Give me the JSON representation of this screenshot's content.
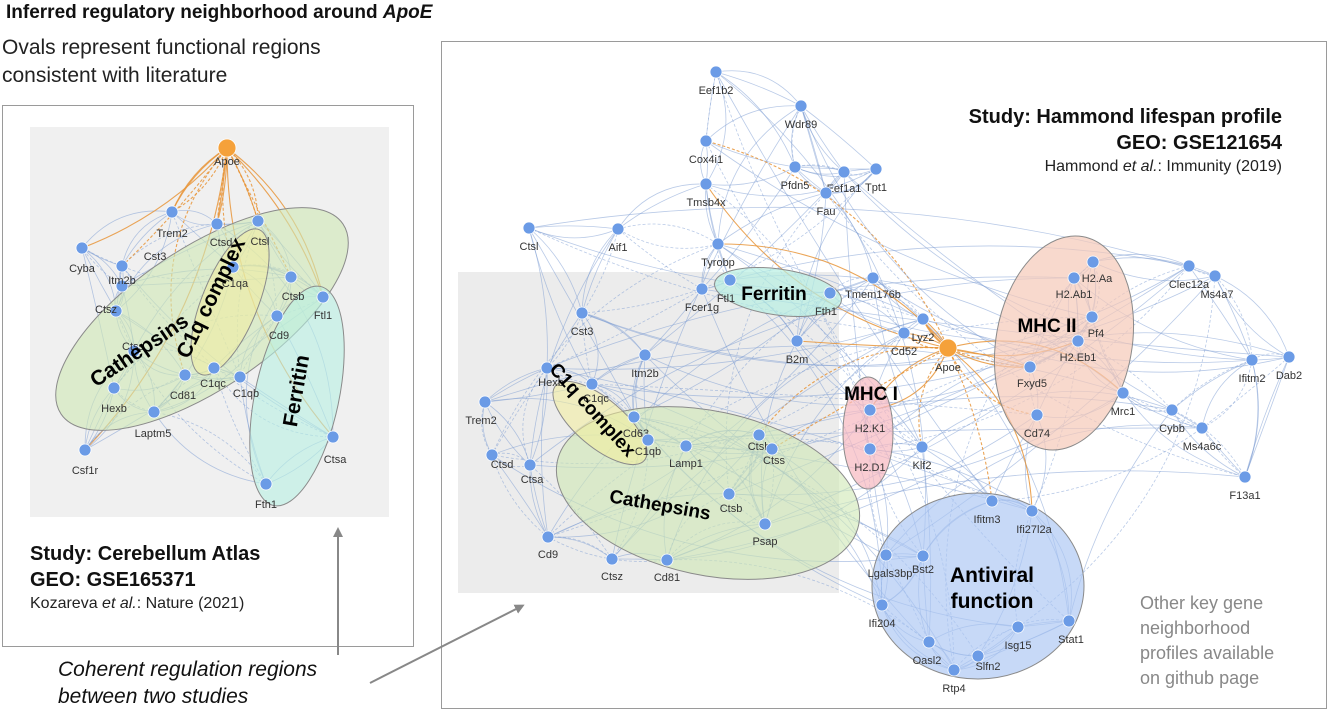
{
  "header": {
    "title_prefix": "Inferred regulatory neighborhood around ",
    "title_gene": "ApoE",
    "subtitle_line1": "Ovals represent functional regions",
    "subtitle_line2": "consistent with literature"
  },
  "left_study": {
    "title": "Study: Cerebellum Atlas",
    "geo": "GEO: GSE165371",
    "citation_author": "Kozareva",
    "citation_etal": " et al.",
    "citation_rest": ": Nature (2021)"
  },
  "right_study": {
    "title": "Study: Hammond lifespan profile",
    "geo": "GEO: GSE121654",
    "citation_author": "Hammond",
    "citation_etal": " et al.",
    "citation_rest": ":  Immunity (2019)"
  },
  "annotations": {
    "coherent_line1": "Coherent regulation regions",
    "coherent_line2": "between two studies",
    "other_line1": "Other key gene",
    "other_line2": "neighborhood",
    "other_line3": "profiles available",
    "other_line4": "on github page"
  },
  "colors": {
    "edge": "#7f9fd4",
    "edge_orange": "#e8953a",
    "node": "#6b9be6",
    "apoe": "#f5a13a",
    "cathepsins": "#cfe8b4",
    "c1q": "#f4ee9a",
    "ferritin": "#b8f0e3",
    "mhc_ii": "#f5c9b8",
    "mhc_i": "#f7b8bf",
    "antiviral": "#a9c5f2",
    "highlight": "#ececec"
  },
  "left_network": {
    "regions": [
      {
        "name": "Cathepsins",
        "color": "cathepsins"
      },
      {
        "name": "C1q complex",
        "color": "c1q"
      },
      {
        "name": "Ferritin",
        "color": "ferritin"
      }
    ],
    "nodes": [
      "Apoe",
      "Trem2",
      "Ctsd",
      "Ctsl",
      "Cyba",
      "Cst3",
      "Itm2b",
      "C1qa",
      "Ctsz",
      "Ctsb",
      "Ftl1",
      "Cd9",
      "Ctss",
      "Hexb",
      "C1qc",
      "C1qb",
      "Cd81",
      "Laptm5",
      "Csf1r",
      "Ctsa",
      "Fth1"
    ]
  },
  "right_network": {
    "regions": [
      {
        "name": "Ferritin",
        "color": "ferritin"
      },
      {
        "name": "C1q complex",
        "color": "c1q"
      },
      {
        "name": "Cathepsins",
        "color": "cathepsins"
      },
      {
        "name": "MHC I",
        "color": "mhc_i"
      },
      {
        "name": "MHC II",
        "color": "mhc_ii"
      },
      {
        "name": "Antiviral function",
        "color": "antiviral"
      }
    ],
    "nodes": [
      "Eef1b2",
      "Wdr89",
      "Cox4i1",
      "Pfdn5",
      "Eef1a1",
      "Tpt1",
      "Fau",
      "Tmsb4x",
      "Ctsl",
      "Aif1",
      "Tyrobp",
      "Ftl1",
      "Fcer1g",
      "Fth1",
      "Tmem176b",
      "Cst3",
      "Lyz2",
      "Cd52",
      "Apoe",
      "B2m",
      "Itm2b",
      "Hexb",
      "Trem2",
      "C1qc",
      "Cd63",
      "C1qb",
      "Lamp1",
      "Ctsh",
      "Ctss",
      "Ctsd",
      "Ctsa",
      "Ctsb",
      "Psap",
      "Cd9",
      "Ctsz",
      "Cd81",
      "H2.K1",
      "H2.D1",
      "Klf2",
      "H2.Aa",
      "H2.Ab1",
      "Pf4",
      "H2.Eb1",
      "Fxyd5",
      "Cd74",
      "Clec12a",
      "Ms4a7",
      "Ifitm2",
      "Dab2",
      "Mrc1",
      "Cybb",
      "Ms4a6c",
      "F13a1",
      "Ifitm3",
      "Ifi27l2a",
      "Bst2",
      "Lgals3bp",
      "Ifi204",
      "Oasl2",
      "Isg15",
      "Slfn2",
      "Stat1",
      "Rtp4"
    ]
  }
}
